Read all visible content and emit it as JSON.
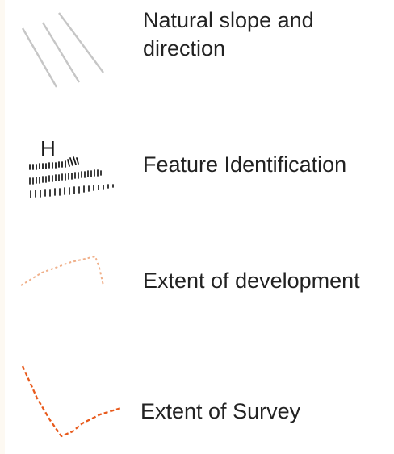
{
  "legend": {
    "items": [
      {
        "id": "slope",
        "label": "Natural slope and\ndirection",
        "symbol": "three-diagonal-lines-icon",
        "color": "#c6c6c6"
      },
      {
        "id": "feature",
        "label": "Feature Identification",
        "symbol": "hachure-feature-icon",
        "symbol_text": "H",
        "color": "#1a1a1a"
      },
      {
        "id": "development",
        "label": "Extent of development",
        "symbol": "dotted-boundary-line-icon",
        "color": "#f0b08a"
      },
      {
        "id": "survey",
        "label": "Extent of Survey",
        "symbol": "dashed-boundary-line-icon",
        "color": "#e85a1c"
      }
    ]
  }
}
